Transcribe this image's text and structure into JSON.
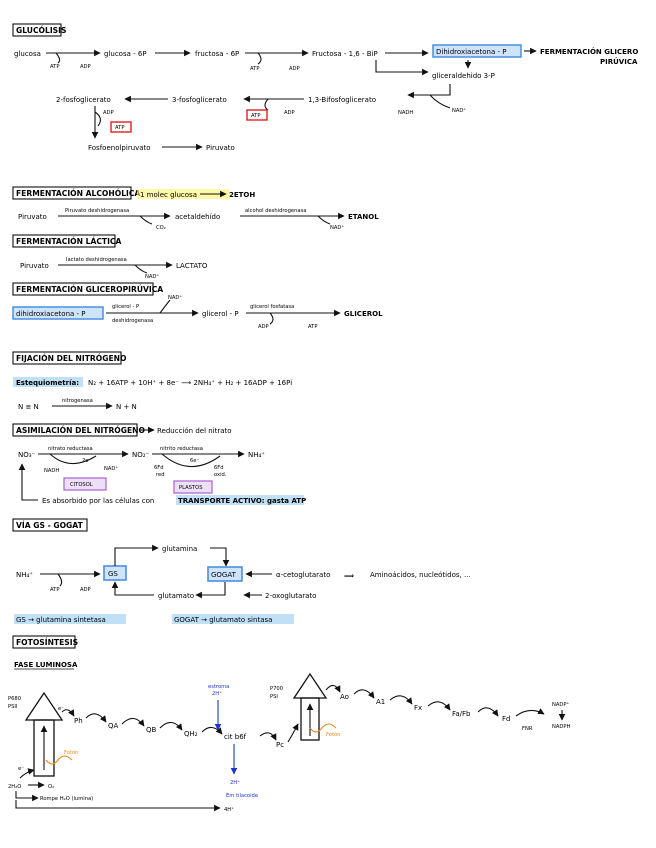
{
  "colors": {
    "highlight_blue": "#4a90e2",
    "highlight_yellow": "#fff36b",
    "box_red": "#e02020",
    "box_purple": "#b26ad6",
    "text_blue": "#1f35c9",
    "text_orange": "#f08a1c"
  },
  "glucolisis": {
    "title": "GLUCÓLISIS",
    "glucosa": "glucosa",
    "atp1": "ATP",
    "adp1": "ADP",
    "g6p": "glucosa - 6P",
    "f6p": "fructosa - 6P",
    "atp2": "ATP",
    "adp2": "ADP",
    "f16bp": "Fructosa - 1,6 - BiP",
    "dhap": "Dihidroxiacetona - P",
    "ferm_glic": "FERMENTACIÓN GLICERO",
    "ferm_glic2": "PIRÚVICA",
    "g3p": "gliceraldehido 3-P",
    "nadh": "NADH",
    "nad": "NAD⁺",
    "bpg": "1,3-Bifosfoglicerato",
    "adp3": "ADP",
    "atp3": "ATP",
    "pg3": "3-fosfoglicerato",
    "pg2": "2-fosfoglicerato",
    "adp4": "ADP",
    "atp4": "ATP",
    "pep": "Fosfoenolpiruvato",
    "piruvato": "Piruvato"
  },
  "alcoholica": {
    "title": "FERMENTACIÓN ALCOHÓLICA",
    "note": "1 molec glucosa",
    "note2": "2ETOH",
    "piruvato": "Piruvato",
    "enz1": "Piruvato deshidrogenasa",
    "co2": "CO₂",
    "acet": "acetaldehído",
    "enz2": "alcohol deshidrogenasa",
    "nad": "NAD⁺",
    "etanol": "ETANOL"
  },
  "lactica": {
    "title": "FERMENTACIÓN LÁCTICA",
    "piruvato": "Piruvato",
    "enz": "lactato deshidrogenasa",
    "nad": "NAD⁺",
    "lactato": "LACTATO"
  },
  "gliceropiruvica": {
    "title": "FERMENTACIÓN GLICEROPIRÚVICA",
    "dhap": "dihidroxiacetona - P",
    "enz1a": "glicerol - P",
    "enz1b": "deshidrogenasa",
    "nad": "NAD⁺",
    "glicerolp": "glicerol - P",
    "enz2": "glicerol fosfatasa",
    "adp": "ADP",
    "atp": "ATP",
    "glicerol": "GLICEROL"
  },
  "fijacion": {
    "title": "FIJACIÓN DEL NITRÓGENO",
    "estequiometria": "Estequiometría:",
    "ecuacion": "N₂ + 16ATP + 10H⁺ + 8e⁻ ⟶ 2NH₄⁺ + H₂ + 16ADP + 16Pi",
    "n2": "N ≡ N",
    "enz": "nitrogenasa",
    "producto": "N + N"
  },
  "asimilacion": {
    "title": "ASIMILACIÓN DEL NITRÓGENO",
    "reduccion": "Reducción del nitrato",
    "no3": "NO₃⁻",
    "enz1": "nitrato reductasa",
    "e1": "2e⁻",
    "nadh": "NADH",
    "nad": "NAD⁺",
    "no2": "NO₂⁻",
    "enz2": "nitrito reductasa",
    "e2": "6e⁻",
    "fdred": "6Fd",
    "fdred2": "red",
    "fdox": "6Fd",
    "fdox2": "oxid.",
    "nh4": "NH₄⁺",
    "citosol": "CITOSOL",
    "plastos": "PLASTOS",
    "absorbido": "Es absorbido por las células con",
    "transporte": "TRANSPORTE ACTIVO: gasta ATP"
  },
  "gsgogat": {
    "title": "VÍA GS - GOGAT",
    "nh4": "NH₄⁺",
    "atp": "ATP",
    "adp": "ADP",
    "gs": "GS",
    "gogat": "GOGAT",
    "glutamina": "glutamina",
    "glutamato": "glutamato",
    "akg": "α-cetoglutarato",
    "aminoacidos": "Aminoácidos, nucleótidos, ...",
    "oxoglutarato": "2-oxoglutarato",
    "gs_def": "GS → glutamina sintetasa",
    "gogat_def": "GOGAT → glutamato sintasa"
  },
  "fotosintesis": {
    "title": "FOTOSÍNTESIS",
    "fase": "FASE LUMINOSA",
    "p680": "P680",
    "psii": "PSII",
    "e1": "e⁻",
    "ph": "Ph",
    "qa": "QA",
    "qb": "QB",
    "qh2": "QH₂",
    "cit": "cit b6f",
    "pc": "Pc",
    "p700": "P700",
    "psi": "PSI",
    "ao": "Ao",
    "a1": "A1",
    "fx": "Fx",
    "fafb": "Fa/Fb",
    "fd": "Fd",
    "fnr": "FNR",
    "nadp": "NADP⁺",
    "nadph": "NADPH",
    "foton1": "Fotón",
    "foton2": "Fotón",
    "e2": "e⁻",
    "h2o": "2H₂O",
    "o2": "O₂",
    "rompe": "Rompe H₂O (lumina)",
    "estroma": "estroma",
    "estroma_h": "2H⁺",
    "lumen_h": "2H⁺",
    "lumen_lbl": "Em tilacoide",
    "h4": "4H⁺"
  }
}
